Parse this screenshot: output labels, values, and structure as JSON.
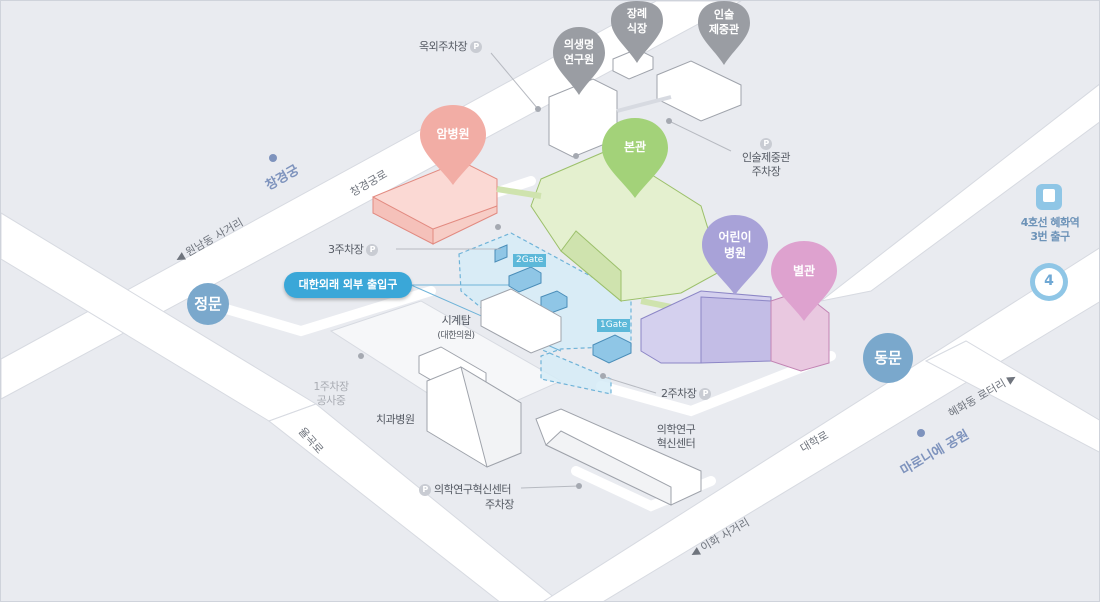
{
  "entrance_label": "대한외래 외부 출입구",
  "gates": {
    "gate2": "2Gate",
    "gate1": "1Gate"
  },
  "main_gate": "정문",
  "east_gate": "동문",
  "pins": {
    "cancer": "암병원",
    "main": "본관",
    "children": [
      "어린이",
      "병원"
    ],
    "annex": "별관",
    "bio": [
      "의생명",
      "연구원"
    ],
    "funeral": [
      "장례",
      "식장"
    ],
    "printing": [
      "인술",
      "제중관"
    ]
  },
  "labels": {
    "outdoor_parking": "옥외주차장",
    "printing_parking": [
      "인술제중관",
      "주차장"
    ],
    "parking3": "3주차장",
    "clocktower": [
      "시계탑",
      "(대한의원)"
    ],
    "parking1": [
      "1주차장",
      "공사중"
    ],
    "dental": "치과병원",
    "parking2": "2주차장",
    "research": [
      "의학연구",
      "혁신센터"
    ],
    "research_parking": [
      "의학연구혁신센터",
      "주차장"
    ],
    "p": "P"
  },
  "roads": {
    "changgyeonggung_ro": "창경궁로",
    "wonnam": "◀ 원남동 사거리",
    "yulgok": "율곡로",
    "daehak": "대학로",
    "ihwa": "◀ 이화 사거리",
    "hyehwa": "혜화동 로터리 ▶"
  },
  "parks": {
    "changgyeonggung": "창경궁",
    "marronnier": "마로니에 공원"
  },
  "subway": {
    "line": [
      "4호선 혜화역",
      "3번 출구"
    ],
    "number": "4"
  },
  "colors": {
    "accent": "#3aa7d8",
    "gate": "#7aa8cc",
    "cancer": "#f0a8a0",
    "main": "#a8d47e",
    "children": "#a8a2d8",
    "annex": "#dea2cf",
    "tower": "#9a9da3"
  }
}
